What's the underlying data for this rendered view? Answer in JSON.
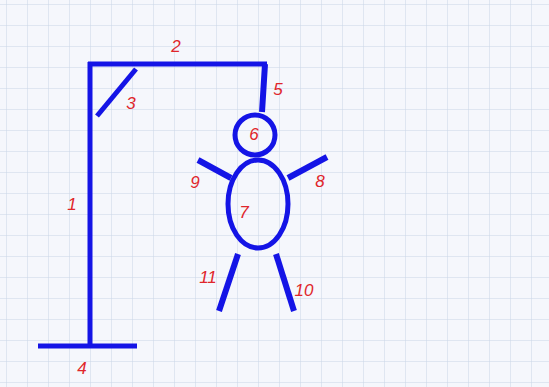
{
  "diagram": {
    "labels": [
      "2",
      "5",
      "3",
      "6",
      "8",
      "9",
      "1",
      "7",
      "11",
      "10",
      "4"
    ]
  }
}
